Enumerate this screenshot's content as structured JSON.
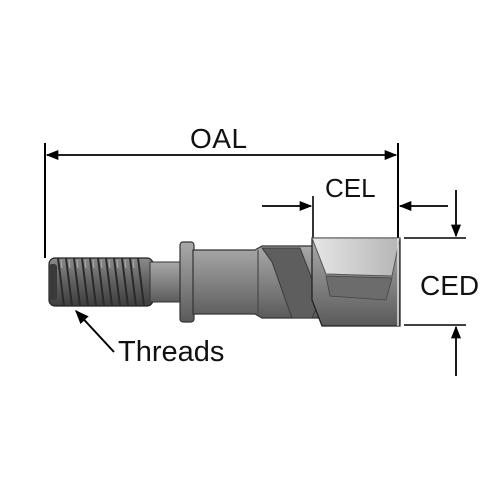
{
  "labels": {
    "oal": "OAL",
    "cel": "CEL",
    "ced": "CED",
    "threads": "Threads"
  },
  "colors": {
    "line": "#000000",
    "tool_body": "#8c8c8c",
    "tool_dark": "#5a5a5a",
    "tool_light": "#c8c8c8",
    "text": "#111111"
  }
}
